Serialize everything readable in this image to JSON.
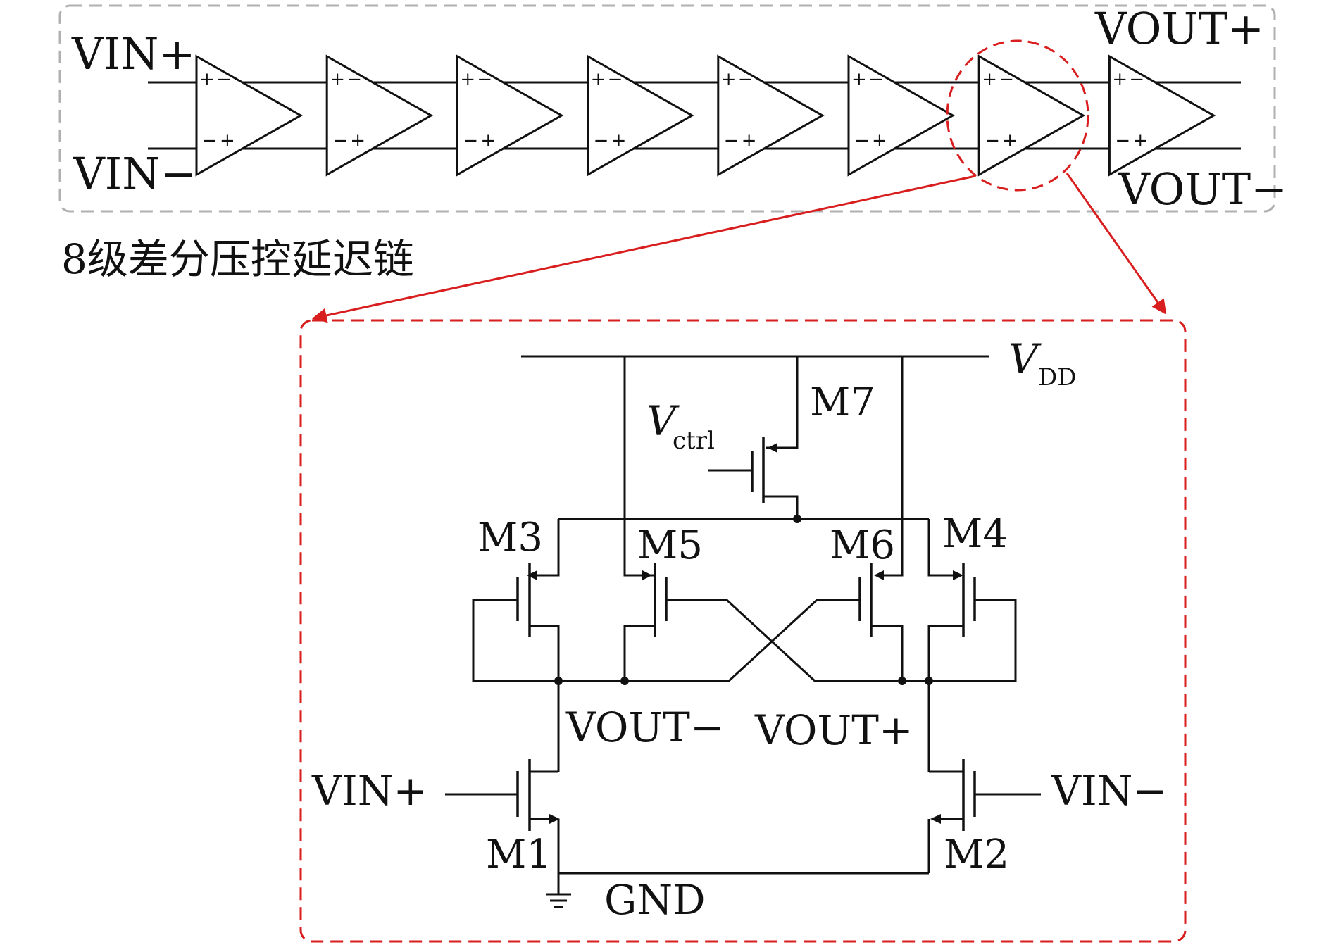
{
  "chain": {
    "title": "8级差分压控延迟链",
    "vin_plus": "VIN+",
    "vin_minus": "VIN−",
    "vout_plus": "VOUT+",
    "vout_minus": "VOUT−",
    "stage_count": 8,
    "stage_signs": {
      "top_left": "+",
      "top_right": "−",
      "bottom_left": "−",
      "bottom_right": "+"
    }
  },
  "cell": {
    "vdd_main": "V",
    "vdd_sub": "DD",
    "vctrl_main": "V",
    "vctrl_sub": "ctrl",
    "m1": "M1",
    "m2": "M2",
    "m3": "M3",
    "m4": "M4",
    "m5": "M5",
    "m6": "M6",
    "m7": "M7",
    "vout_minus": "VOUT−",
    "vout_plus": "VOUT+",
    "vin_plus": "VIN+",
    "vin_minus": "VIN−",
    "gnd": "GND"
  },
  "colors": {
    "wire": "#111111",
    "highlight": "#d81e1e",
    "frame": "#b0b0b0"
  }
}
